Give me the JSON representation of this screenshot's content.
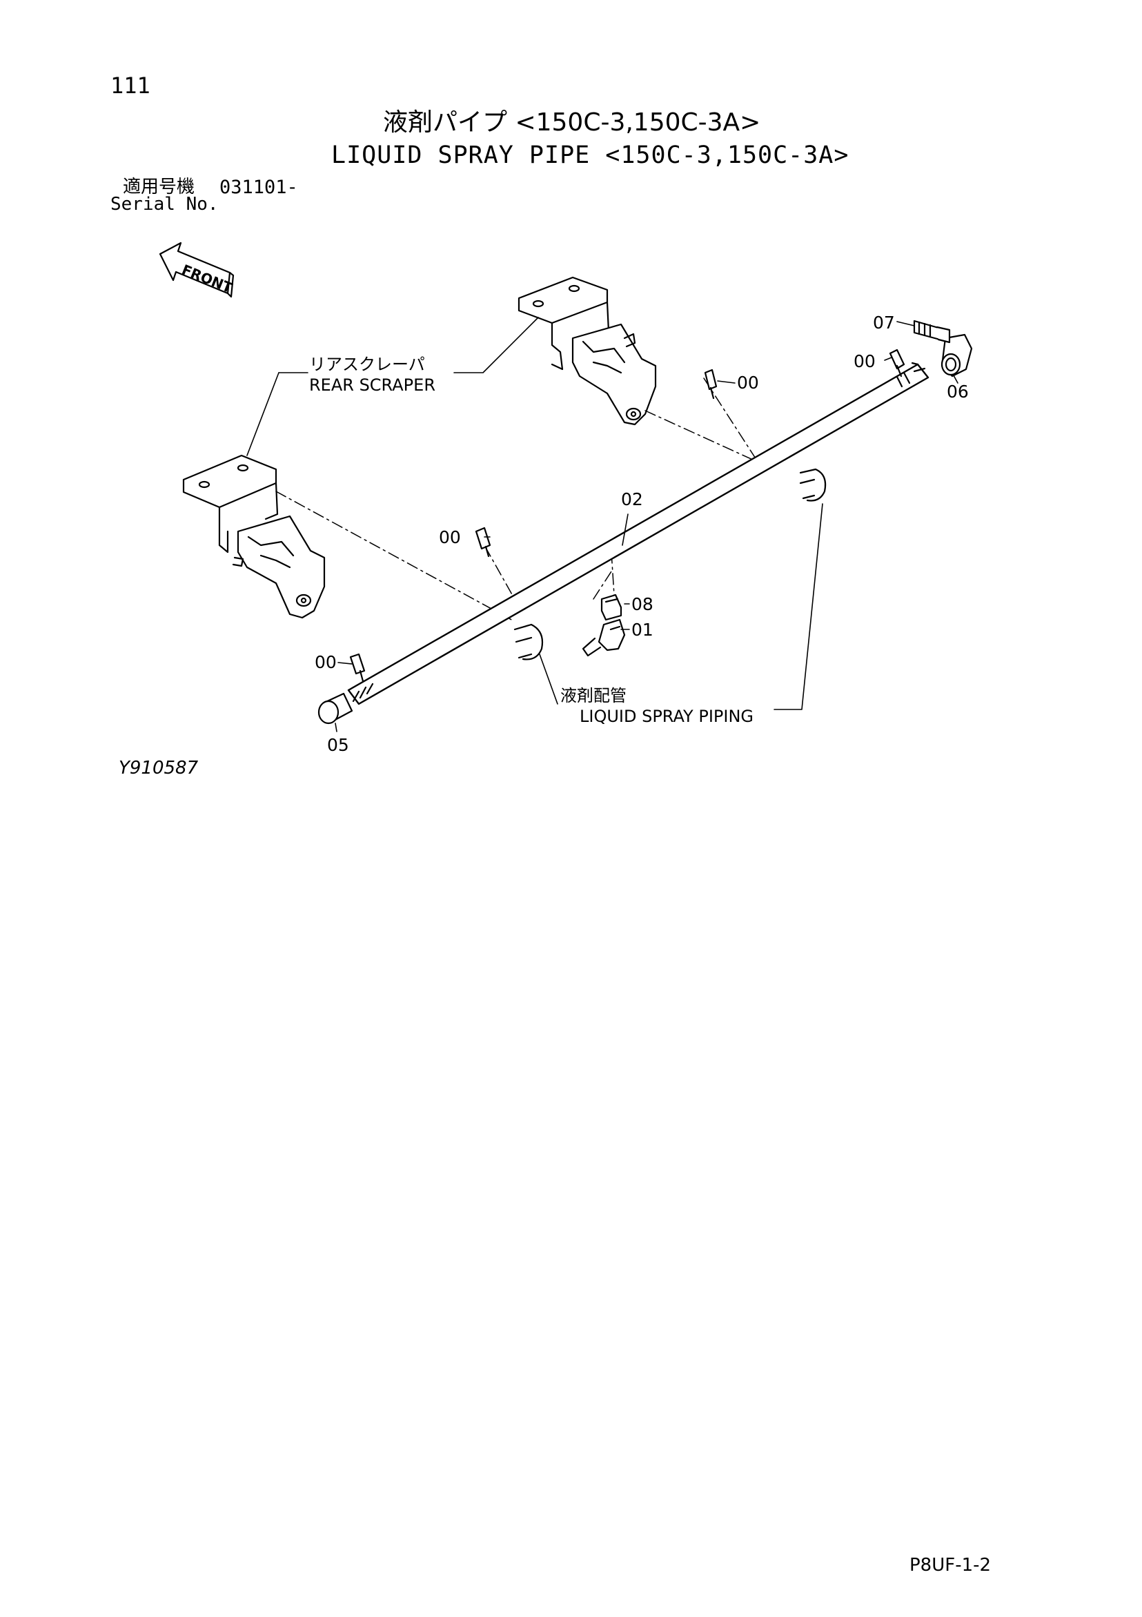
{
  "page_number": "111",
  "title_jp": "液剤パイプ <150C-3,150C-3A>",
  "title_en": "LIQUID SPRAY PIPE <150C-3,150C-3A>",
  "serial": {
    "label_jp": "適用号機",
    "value": "031101-",
    "label_en": "Serial No."
  },
  "front_arrow": "FRONT",
  "labels": {
    "rear_scraper_jp": "リアスクレーパ",
    "rear_scraper_en": "REAR SCRAPER",
    "piping_jp": "液剤配管",
    "piping_en": "LIQUID SPRAY PIPING"
  },
  "callouts": {
    "c07": "07",
    "c00_a": "00",
    "c06": "06",
    "c00_b": "00",
    "c02": "02",
    "c00_c": "00",
    "c08": "08",
    "c01": "01",
    "c00_d": "00",
    "c05": "05"
  },
  "drawing_id": "Y910587",
  "page_code": "P8UF-1-2"
}
